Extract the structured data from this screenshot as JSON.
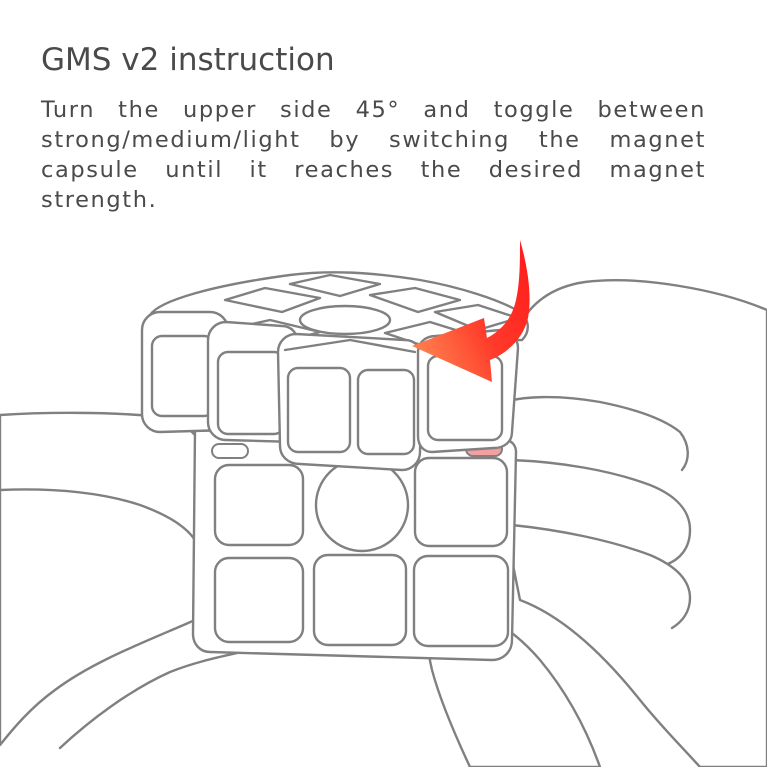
{
  "heading": {
    "title": "GMS v2 instruction",
    "description": "Turn the upper side 45° and toggle between strong/medium/light by switching the magnet capsule until it reaches the desired magnet strength."
  },
  "colors": {
    "text": "#4a4a4a",
    "line": "#808080",
    "arrow_start": "#ff1a1a",
    "arrow_end": "#ff7a4a",
    "capsule_active": "#f4a0a0"
  },
  "icons": {
    "arrow": "curved-rotation-arrow",
    "capsule": "magnet-capsule"
  }
}
